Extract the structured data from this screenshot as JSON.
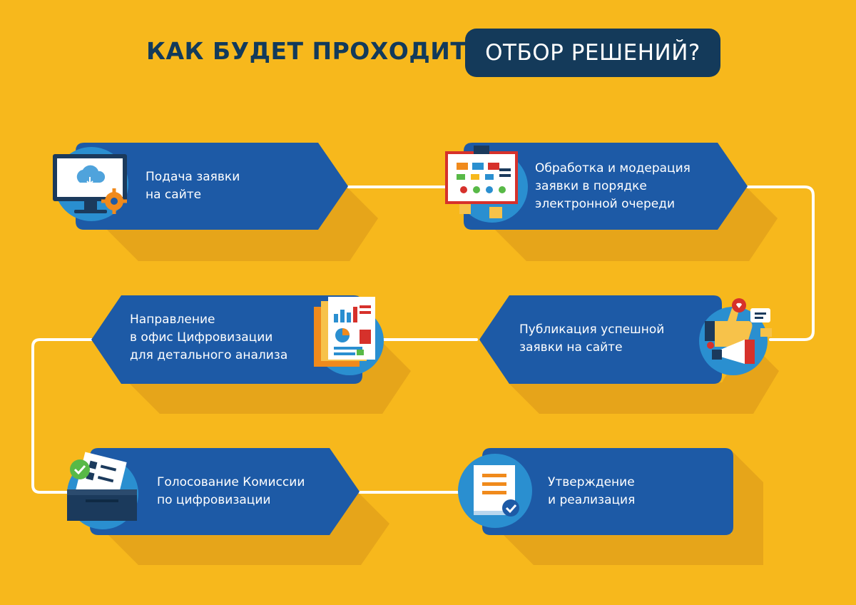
{
  "header": {
    "title_left": "КАК БУДЕТ ПРОХОДИТЬ",
    "title_right": "ОТБОР РЕШЕНИЙ?"
  },
  "steps": [
    {
      "lines": [
        "Подача заявки",
        "на сайте"
      ],
      "icon": "cloud-monitor-icon"
    },
    {
      "lines": [
        "Обработка и модерация",
        "заявки в порядке",
        "электронной очереди"
      ],
      "icon": "flowchart-board-icon"
    },
    {
      "lines": [
        "Направление",
        "в офис Цифровизации",
        "для детального анализа"
      ],
      "icon": "report-documents-icon"
    },
    {
      "lines": [
        "Публикация успешной",
        "заявки на сайте"
      ],
      "icon": "social-like-megaphone-icon"
    },
    {
      "lines": [
        "Голосование Комиссии",
        "по цифровизации"
      ],
      "icon": "ballot-box-icon"
    },
    {
      "lines": [
        "Утверждение",
        "и реализация"
      ],
      "icon": "approved-document-icon"
    }
  ],
  "colors": {
    "background": "#F7B81C",
    "card": "#1D5AA6",
    "title_dark": "#123A5B",
    "connector": "#FFFFFF"
  }
}
